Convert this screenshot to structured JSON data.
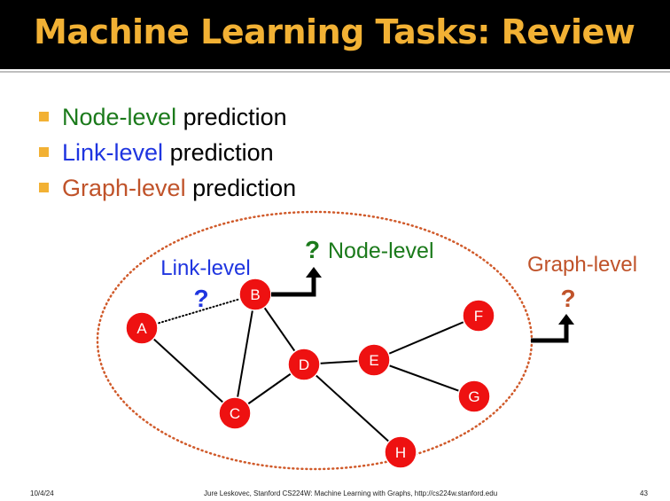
{
  "slide": {
    "title": "Machine Learning Tasks: Review",
    "colors": {
      "title_bar": "#000000",
      "title_text": "#f2b134",
      "bullet_marker": "#f2b134",
      "node_level": "#1b7a1b",
      "link_level": "#1f35e0",
      "graph_level": "#c0532a",
      "node_fill": "#ee1111",
      "ellipse": "#d05a2a"
    },
    "bullets": [
      {
        "keyword": "Node-level",
        "rest": " prediction",
        "color": "node-level"
      },
      {
        "keyword": "Link-level",
        "rest": " prediction",
        "color": "link-level"
      },
      {
        "keyword": "Graph-level",
        "rest": " prediction",
        "color": "graph-level"
      }
    ]
  },
  "diagram": {
    "nodes": [
      "A",
      "B",
      "C",
      "D",
      "E",
      "F",
      "G",
      "H"
    ],
    "edges": [
      [
        "A",
        "C"
      ],
      [
        "B",
        "C"
      ],
      [
        "B",
        "D"
      ],
      [
        "C",
        "D"
      ],
      [
        "D",
        "E"
      ],
      [
        "D",
        "H"
      ],
      [
        "E",
        "F"
      ],
      [
        "E",
        "G"
      ]
    ],
    "predicted_link": [
      "A",
      "B"
    ],
    "link_label": "Link-level",
    "link_question": "?",
    "node_label": "Node-level",
    "node_question": "?",
    "graph_label": "Graph-level",
    "graph_question": "?"
  },
  "footer": {
    "date": "10/4/24",
    "credit": "Jure Leskovec, Stanford CS224W: Machine Learning with Graphs, http://cs224w.stanford.edu",
    "page": "43"
  }
}
